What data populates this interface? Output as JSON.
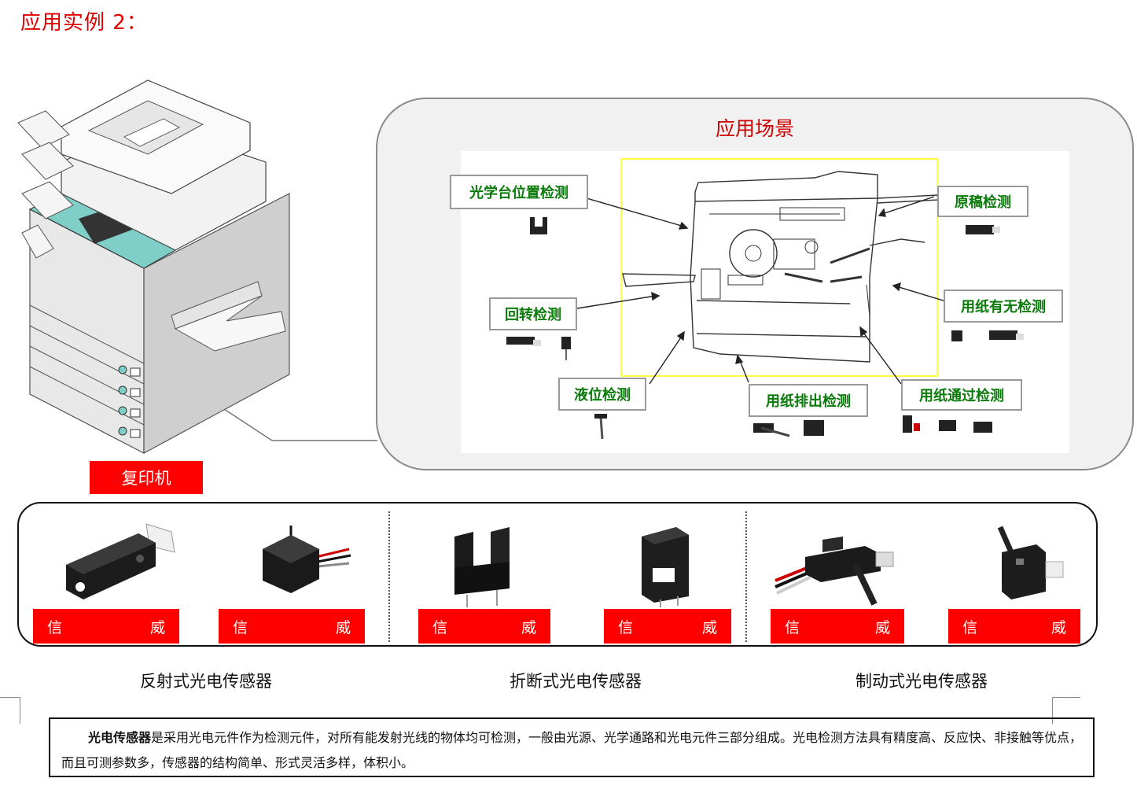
{
  "page_title": "应用实例 2：",
  "copier_label": "复印机",
  "scene": {
    "title": "应用场景",
    "labels": {
      "optical_stage": "光学台位置检测",
      "original": "原稿检测",
      "rotation": "回转检测",
      "paper_presence": "用纸有无检测",
      "liquid_level": "液位检测",
      "paper_exit": "用纸排出检测",
      "paper_pass": "用纸通过检测"
    }
  },
  "brand": {
    "left_char": "信",
    "right_char": "威"
  },
  "categories": [
    "反射式光电传感器",
    "折断式光电传感器",
    "制动式光电传感器"
  ],
  "description": {
    "term": "光电传感器",
    "text": "是采用光电元件作为检测元件，对所有能发射光线的物体均可检测，一般由光源、光学通路和光电元件三部分组成。光电检测方法具有精度高、反应快、非接触等优点，而且可测参数多，传感器的结构简单、形式灵活多样，体积小。"
  },
  "colors": {
    "title_red": "#e00000",
    "label_green": "#0a7a0a",
    "bar_red": "#ff0000",
    "copier_teal": "#7fcfc8",
    "frame_yellow": "#ffff44"
  }
}
